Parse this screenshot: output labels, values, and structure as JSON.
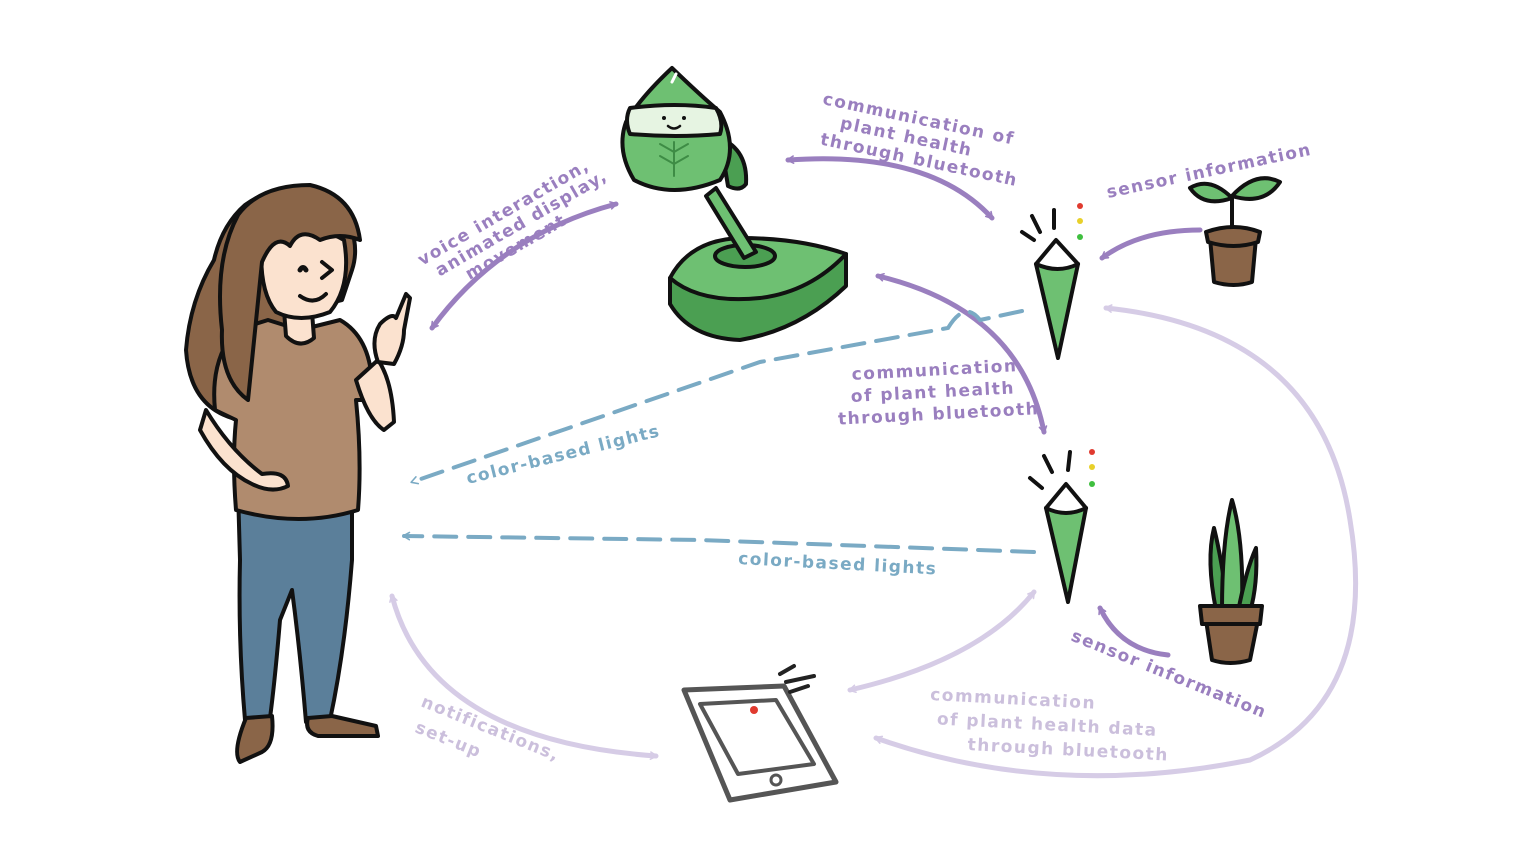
{
  "colors": {
    "purple": "#9a7fbf",
    "blue": "#7aaac4",
    "faint": "#d6cce6",
    "plant_green": "#6ec072",
    "shirt": "#b08b6e",
    "hair": "#8a6548",
    "jeans": "#5b7f9a"
  },
  "labels": {
    "voice": [
      "voice interaction,",
      "animated display,",
      "movement"
    ],
    "comm_top": [
      "communication of",
      "plant health",
      "through bluetooth"
    ],
    "sensor_top": "sensor information",
    "comm_mid": [
      "communication",
      "of plant health",
      "through bluetooth"
    ],
    "lights_1": "color-based lights",
    "lights_2": "color-based lights",
    "sensor_bottom": "sensor information",
    "notifications": [
      "notifications,",
      "set-up"
    ],
    "comm_bottom": [
      "communication",
      "of plant health data",
      "through bluetooth"
    ]
  },
  "icons": {
    "person": "person-icon",
    "lamp": "plant-lamp-device-icon",
    "sensor_top": "soil-sensor-icon",
    "sensor_bottom": "soil-sensor-icon",
    "seedling": "potted-seedling-icon",
    "snake_plant": "potted-snake-plant-icon",
    "tablet": "tablet-icon"
  }
}
